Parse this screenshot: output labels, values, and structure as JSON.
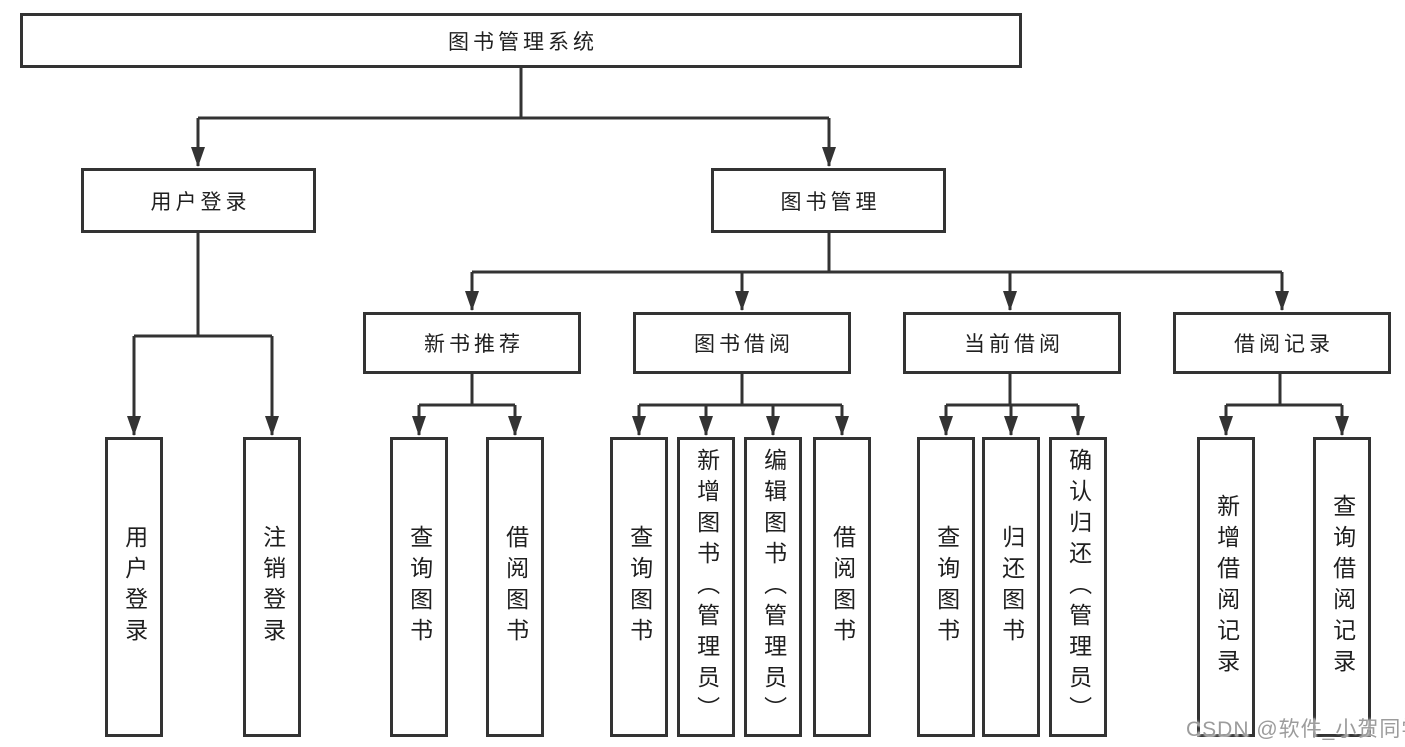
{
  "diagram": {
    "title": "图书管理系统",
    "root": {
      "label": "图书管理系统"
    },
    "level2": [
      {
        "label": "用户登录",
        "parent": "图书管理系统"
      },
      {
        "label": "图书管理",
        "parent": "图书管理系统"
      }
    ],
    "level3": [
      {
        "label": "新书推荐",
        "parent": "图书管理"
      },
      {
        "label": "图书借阅",
        "parent": "图书管理"
      },
      {
        "label": "当前借阅",
        "parent": "图书管理"
      },
      {
        "label": "借阅记录",
        "parent": "图书管理"
      }
    ],
    "leaves": [
      {
        "label": "用户登录",
        "parent": "用户登录"
      },
      {
        "label": "注销登录",
        "parent": "用户登录"
      },
      {
        "label": "查询图书",
        "parent": "新书推荐"
      },
      {
        "label": "借阅图书",
        "parent": "新书推荐"
      },
      {
        "label": "查询图书",
        "parent": "图书借阅"
      },
      {
        "label": "新增图书（管理员）",
        "parent": "图书借阅"
      },
      {
        "label": "编辑图书（管理员）",
        "parent": "图书借阅"
      },
      {
        "label": "借阅图书",
        "parent": "图书借阅"
      },
      {
        "label": "查询图书",
        "parent": "当前借阅"
      },
      {
        "label": "归还图书",
        "parent": "当前借阅"
      },
      {
        "label": "确认归还（管理员）",
        "parent": "当前借阅"
      },
      {
        "label": "新增借阅记录",
        "parent": "借阅记录"
      },
      {
        "label": "查询借阅记录",
        "parent": "借阅记录"
      }
    ]
  },
  "watermark": {
    "text": "CSDN @软件_小贺同学"
  },
  "colors": {
    "line": "#333333",
    "box_border": "#333333",
    "box_fill": "#ffffff",
    "text": "#1f1f1f",
    "watermark": "#9c9c9c",
    "background": "#ffffff"
  }
}
